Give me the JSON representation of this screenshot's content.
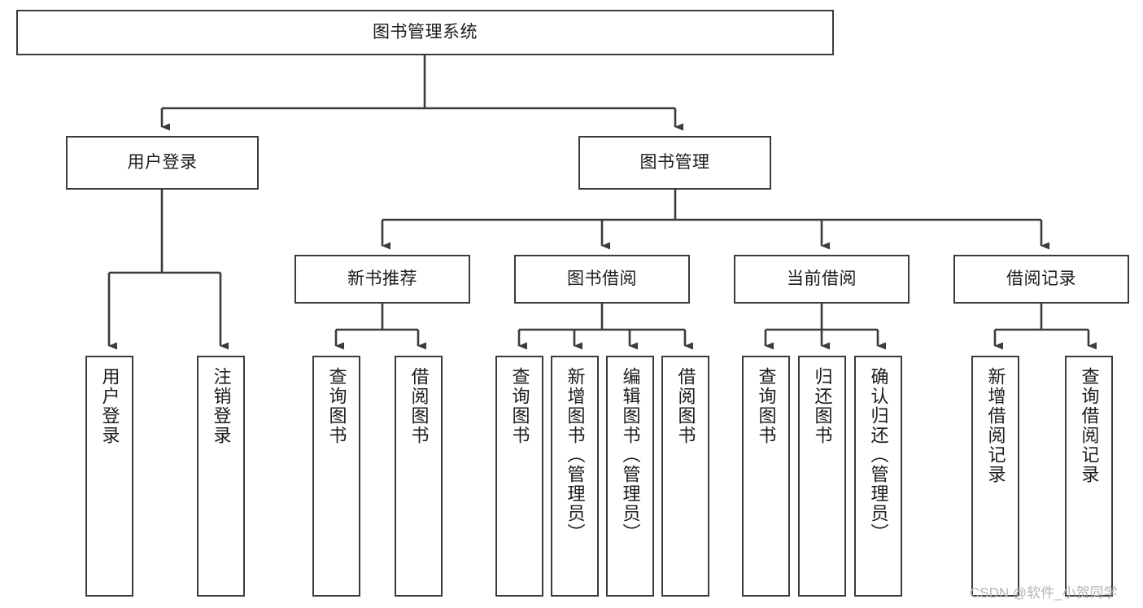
{
  "diagram": {
    "title": "图书管理系统",
    "type": "功能结构图",
    "line_color": "#3b3b3b",
    "box_fill": "#ffffff",
    "text_color": "#1b1b1b",
    "watermark": "CSDN @软件_小贺同学",
    "watermark_color": "#b4b4b4"
  },
  "levels": {
    "root": {
      "label": "图书管理系统"
    },
    "level2": [
      {
        "id": "user-login",
        "label": "用户登录"
      },
      {
        "id": "book-management",
        "label": "图书管理"
      }
    ],
    "level3": [
      {
        "id": "new-book-recommend",
        "label": "新书推荐",
        "parent": "book-management"
      },
      {
        "id": "book-borrow",
        "label": "图书借阅",
        "parent": "book-management"
      },
      {
        "id": "current-borrow",
        "label": "当前借阅",
        "parent": "book-management"
      },
      {
        "id": "borrow-record",
        "label": "借阅记录",
        "parent": "book-management"
      }
    ],
    "leaves": [
      {
        "id": "leaf-user-login",
        "label": "用户登录",
        "parent": "user-login"
      },
      {
        "id": "leaf-user-logout",
        "label": "注销登录",
        "parent": "user-login"
      },
      {
        "id": "leaf-query-book-1",
        "label": "查询图书",
        "parent": "new-book-recommend"
      },
      {
        "id": "leaf-borrow-book-1",
        "label": "借阅图书",
        "parent": "new-book-recommend"
      },
      {
        "id": "leaf-query-book-2",
        "label": "查询图书",
        "parent": "book-borrow"
      },
      {
        "id": "leaf-add-book",
        "label": "新增图书（管理员）",
        "parent": "book-borrow"
      },
      {
        "id": "leaf-edit-book",
        "label": "编辑图书（管理员）",
        "parent": "book-borrow"
      },
      {
        "id": "leaf-borrow-book-2",
        "label": "借阅图书",
        "parent": "book-borrow"
      },
      {
        "id": "leaf-query-book-3",
        "label": "查询图书",
        "parent": "current-borrow"
      },
      {
        "id": "leaf-return-book",
        "label": "归还图书",
        "parent": "current-borrow"
      },
      {
        "id": "leaf-confirm-return",
        "label": "确认归还（管理员）",
        "parent": "current-borrow"
      },
      {
        "id": "leaf-add-record",
        "label": "新增借阅记录",
        "parent": "borrow-record"
      },
      {
        "id": "leaf-query-record",
        "label": "查询借阅记录",
        "parent": "borrow-record"
      }
    ]
  }
}
